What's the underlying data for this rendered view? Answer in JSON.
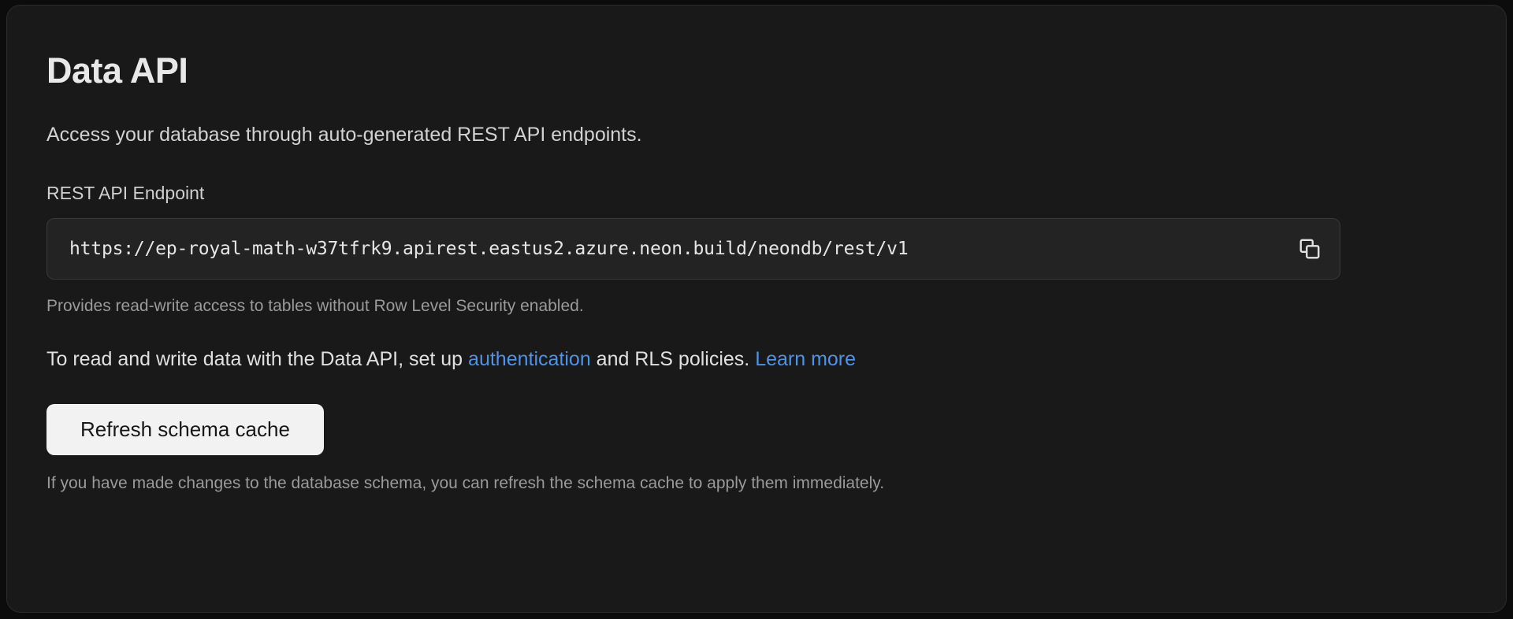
{
  "card": {
    "title": "Data API",
    "intro": "Access your database through auto-generated REST API endpoints."
  },
  "endpoint": {
    "label": "REST API Endpoint",
    "value": "https://ep-royal-math-w37tfrk9.apirest.eastus2.azure.neon.build/neondb/rest/v1",
    "copy_icon": "copy-icon",
    "helper": "Provides read-write access to tables without Row Level Security enabled."
  },
  "rls": {
    "text_before": "To read and write data with the Data API, set up ",
    "auth_link": "authentication",
    "text_middle": " and RLS policies. ",
    "learn_more_link": "Learn more"
  },
  "actions": {
    "refresh_label": "Refresh schema cache",
    "footnote": "If you have made changes to the database schema, you can refresh the schema cache to apply them immediately."
  },
  "colors": {
    "card_bg": "#191919",
    "page_bg": "#0c0c0c",
    "link": "#4d93e8",
    "button_bg": "#f2f2f2",
    "input_bg": "#232323"
  }
}
